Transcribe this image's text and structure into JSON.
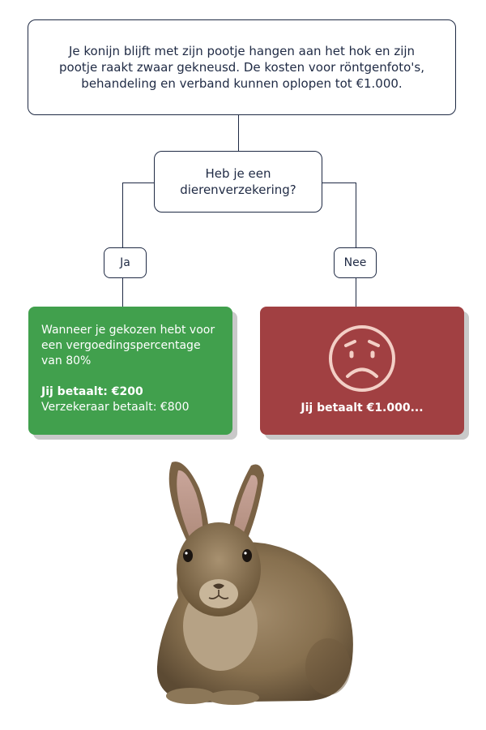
{
  "scenario": {
    "text": "Je konijn blijft met zijn pootje hangen aan het hok en zijn pootje raakt zwaar gekneusd. De kosten voor röntgenfoto's, behandeling en verband kunnen oplopen tot €1.000."
  },
  "question": {
    "text": "Heb je een dierenverzekering?"
  },
  "answers": {
    "yes": "Ja",
    "no": "Nee"
  },
  "outcome_yes": {
    "description": "Wanneer je gekozen hebt voor een vergoedingspercentage van 80%",
    "you_pay": "Jij betaalt: €200",
    "insurer_pays": "Verzekeraar betaalt: €800",
    "color": "#41a04d"
  },
  "outcome_no": {
    "you_pay": "Jij betaalt €1.000...",
    "icon": "sad-face-icon",
    "color": "#a14042"
  },
  "illustration": {
    "icon": "rabbit-icon"
  }
}
